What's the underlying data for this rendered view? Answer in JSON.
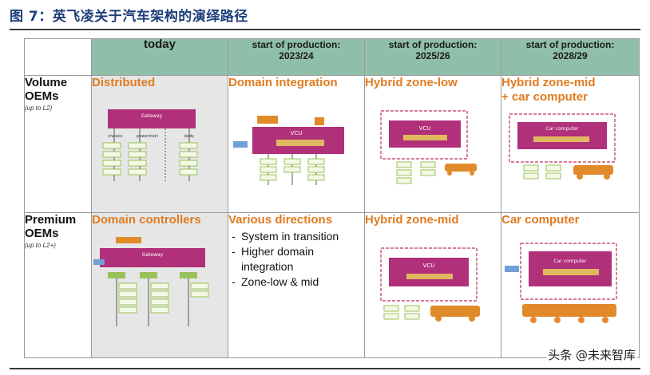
{
  "figure_title": "图 7：英飞凌关于汽车架构的演绎路径",
  "columns": [
    {
      "line1": "today",
      "line2": ""
    },
    {
      "line1": "start of production:",
      "line2": "2023/24"
    },
    {
      "line1": "start of production:",
      "line2": "2025/26"
    },
    {
      "line1": "start of production:",
      "line2": "2028/29"
    }
  ],
  "rows": [
    {
      "title_line1": "Volume",
      "title_line2": "OEMs",
      "sub": "(up to L2)",
      "cells": [
        {
          "title": "Distributed"
        },
        {
          "title": "Domain integration"
        },
        {
          "title": "Hybrid zone-low"
        },
        {
          "title_line1": "Hybrid zone-mid",
          "title_line2": "+ car computer"
        }
      ]
    },
    {
      "title_line1": "Premium",
      "title_line2": "OEMs",
      "sub": "(up to L2+)",
      "cells": [
        {
          "title": "Domain controllers"
        },
        {
          "title": "Various directions",
          "bullets": [
            "System in transition",
            "Higher domain integration",
            "Zone-low & mid"
          ]
        },
        {
          "title": "Hybrid zone-mid"
        },
        {
          "title": "Car computer"
        }
      ]
    }
  ],
  "diagram_labels": {
    "gateway": "Gateway",
    "chassis": "chassis",
    "powertrain": "powertrain",
    "body": "body",
    "vcu": "VCU",
    "car_computer": "Car computer"
  },
  "watermark": "头条 @未来智库",
  "colors": {
    "header_bg": "#8fbfa9",
    "orange_title": "#e07b20",
    "magenta_box": "#b0307a",
    "green_box": "#9ac25a",
    "title_blue": "#1f3f7a"
  }
}
